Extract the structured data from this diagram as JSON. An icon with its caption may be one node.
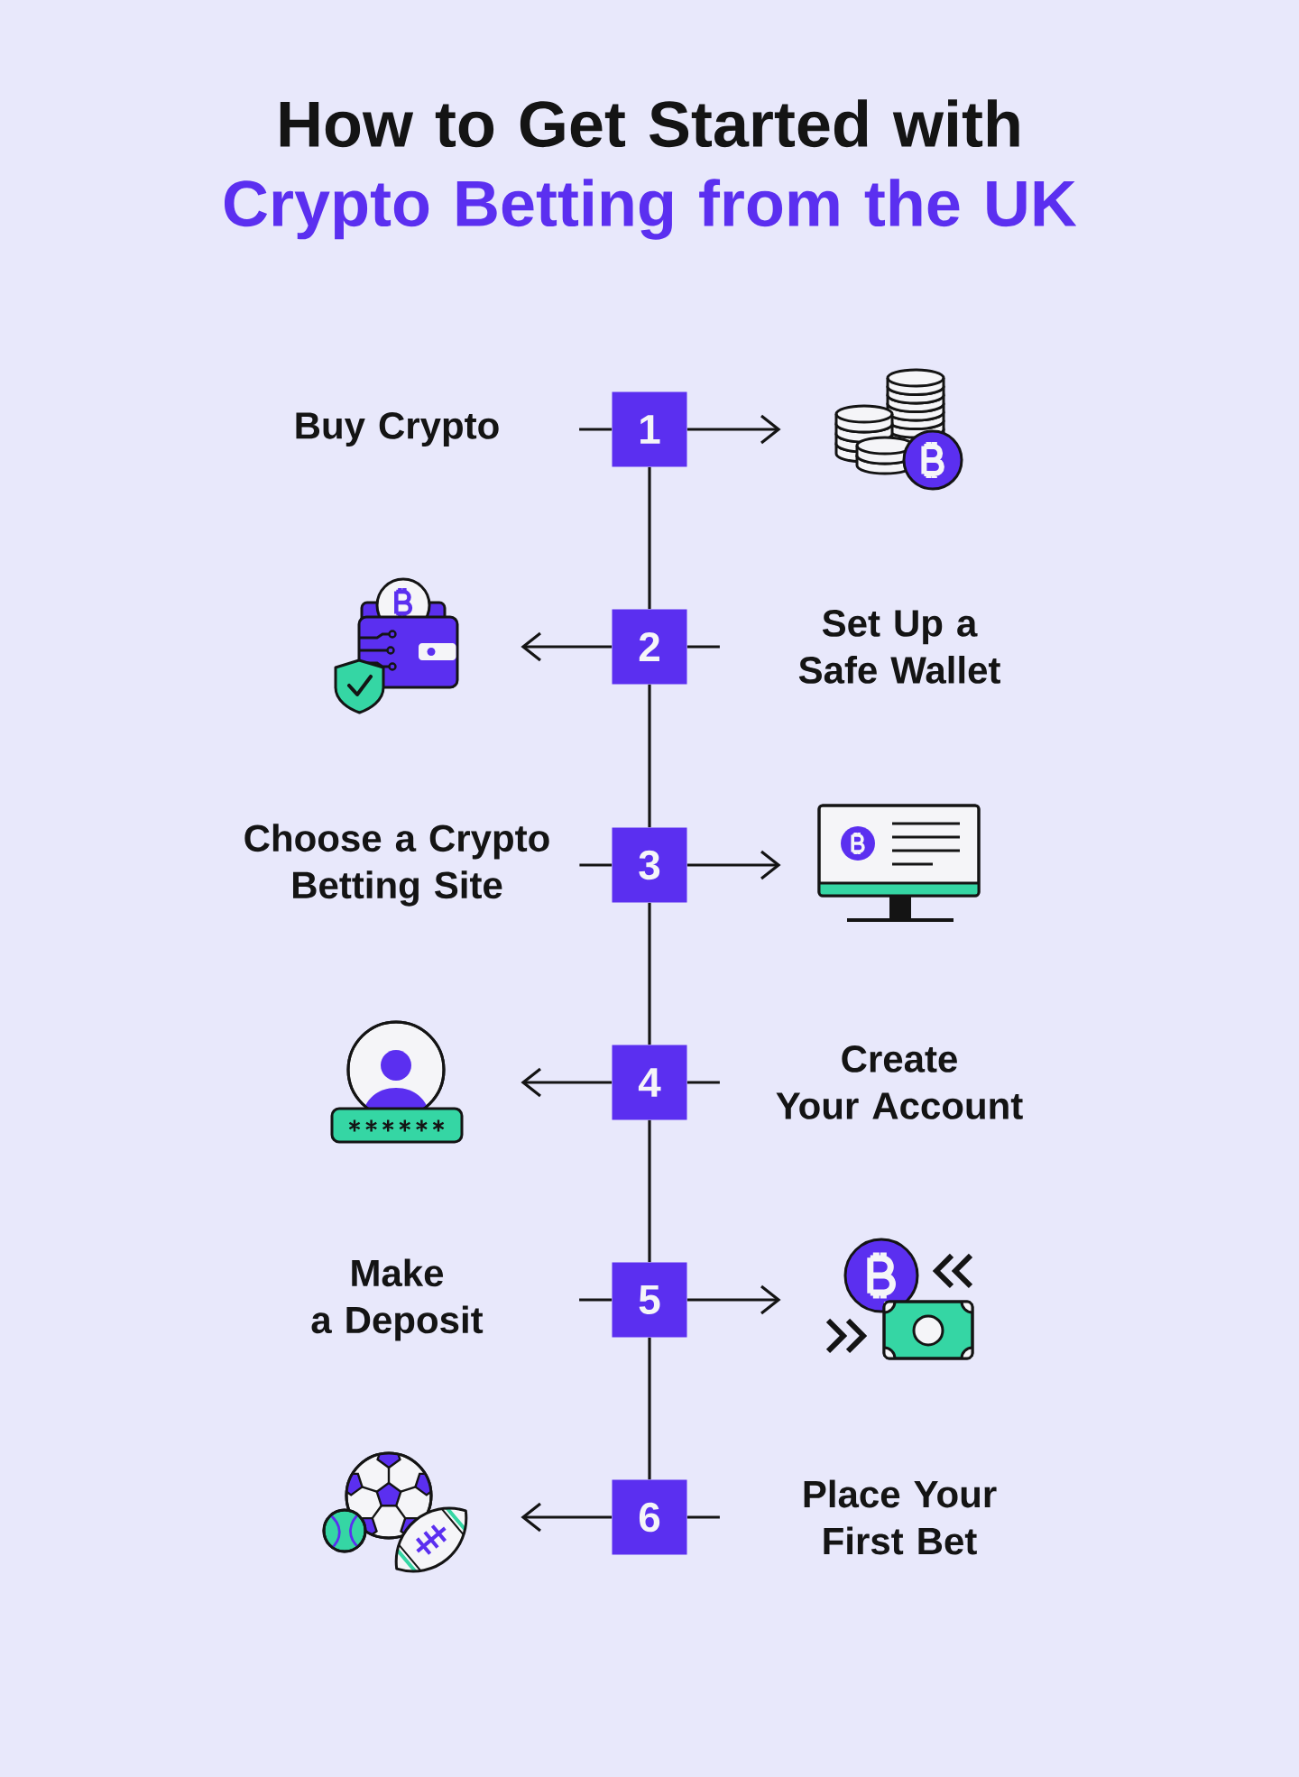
{
  "diagram": {
    "title": "How to Get Started with Crypto Betting from the UK",
    "nodes": [
      {
        "text": [
          "Buy Crypto"
        ]
      },
      {
        "text": [
          "1"
        ]
      },
      {
        "text": [],
        "shape": "picture"
      },
      {
        "text": [],
        "shape": "picture"
      },
      {
        "text": [
          "2"
        ]
      },
      {
        "text": [
          "Set Up a Safe Wallet"
        ]
      },
      {
        "text": [
          "Choose a Crypto Betting Site"
        ]
      },
      {
        "text": [
          "3"
        ]
      },
      {
        "text": [],
        "shape": "picture"
      },
      {
        "text": [],
        "shape": "picture"
      },
      {
        "text": [
          "4"
        ]
      },
      {
        "text": [
          "Create Your Account"
        ]
      },
      {
        "text": [
          "Make a Deposit"
        ]
      },
      {
        "text": [
          "5"
        ]
      },
      {
        "text": [],
        "shape": "picture"
      },
      {
        "text": [],
        "shape": "picture"
      },
      {
        "text": [
          "6"
        ]
      },
      {
        "text": [
          "Place Your First Bet"
        ]
      }
    ],
    "edges": [
      {
        "from": 1,
        "to": null,
        "arrow": "none"
      },
      {
        "from": 1,
        "to": 2,
        "arrow": "to"
      },
      {
        "from": 1,
        "to": 4,
        "arrow": "none"
      },
      {
        "from": 4,
        "to": 3,
        "arrow": "to"
      },
      {
        "from": 4,
        "to": null,
        "arrow": "none"
      },
      {
        "from": 4,
        "to": 7,
        "arrow": "none"
      },
      {
        "from": 7,
        "to": 6,
        "arrow": "none"
      },
      {
        "from": 7,
        "to": 8,
        "arrow": "to"
      },
      {
        "from": 7,
        "to": 10,
        "arrow": "none"
      },
      {
        "from": 10,
        "to": 9,
        "arrow": "to"
      },
      {
        "from": 10,
        "to": null,
        "arrow": "none"
      },
      {
        "from": 10,
        "to": 13,
        "arrow": "none"
      },
      {
        "from": 13,
        "to": null,
        "arrow": "none"
      },
      {
        "from": 13,
        "to": 14,
        "arrow": "to"
      },
      {
        "from": 13,
        "to": 16,
        "arrow": "none"
      },
      {
        "from": 16,
        "to": 15,
        "arrow": "to"
      },
      {
        "from": 16,
        "to": null,
        "arrow": "none"
      }
    ]
  }
}
